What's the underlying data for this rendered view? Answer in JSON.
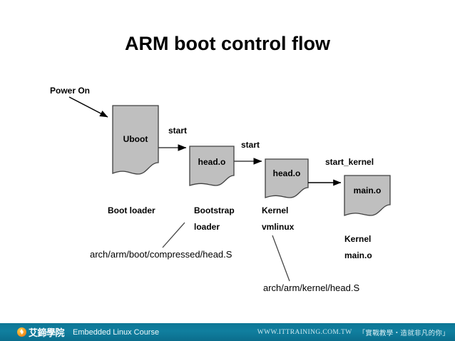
{
  "slide": {
    "title": "ARM boot control flow"
  },
  "diagram": {
    "power_on": "Power On",
    "shapes": [
      {
        "id": "uboot",
        "label": "Uboot"
      },
      {
        "id": "bootstrap",
        "label": "head.o"
      },
      {
        "id": "kernel-head",
        "label": "head.o"
      },
      {
        "id": "main",
        "label": "main.o"
      }
    ],
    "edges": [
      {
        "id": "uboot-to-bootstrap",
        "label": "start"
      },
      {
        "id": "bootstrap-to-kernel",
        "label": "start"
      },
      {
        "id": "kernel-to-main",
        "label": "start_kernel"
      }
    ],
    "captions": [
      {
        "id": "boot-loader",
        "line1": "Boot loader",
        "line2": ""
      },
      {
        "id": "bootstrap-cap",
        "line1": "Bootstrap",
        "line2": "loader"
      },
      {
        "id": "kernel-cap",
        "line1": "Kernel",
        "line2": "vmlinux"
      },
      {
        "id": "kernel-main-cap",
        "line1": "Kernel",
        "line2": "main.o"
      }
    ],
    "paths": [
      {
        "id": "bootstrap-path",
        "text": "arch/arm/boot/compressed/head.S"
      },
      {
        "id": "kernel-path",
        "text": "arch/arm/kernel/head.S"
      }
    ]
  },
  "footer": {
    "logo_cn": "艾鍗學院",
    "course": "Embedded Linux Course",
    "url": "WWW.ITTRAINING.COM.TW",
    "slogan": "「實戰教學‧造就非凡的你」"
  },
  "colors": {
    "shape_fill": "#bfbfbf",
    "shape_stroke": "#404040",
    "footer_bg": "#0f7b9b",
    "text": "#000000"
  }
}
